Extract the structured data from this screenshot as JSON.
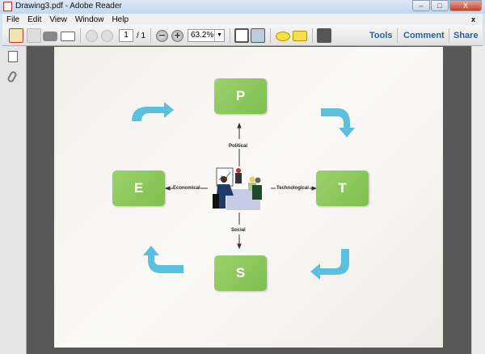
{
  "window": {
    "title": "Drawing3.pdf - Adobe Reader",
    "minimize": "–",
    "maximize": "□",
    "close": "X"
  },
  "menu": [
    "File",
    "Edit",
    "View",
    "Window",
    "Help"
  ],
  "menu_close": "x",
  "toolbar": {
    "page_current": "1",
    "page_total": "/ 1",
    "zoom": "63.2%",
    "zoom_out": "−",
    "zoom_in": "+",
    "tools": "Tools",
    "comment": "Comment",
    "share": "Share"
  },
  "diagram": {
    "boxes": {
      "p": "P",
      "e": "E",
      "t": "T",
      "s": "S"
    },
    "labels": {
      "political": "Political",
      "economical": "Economical",
      "technological": "Technological",
      "social": "Social"
    }
  },
  "colors": {
    "box": "#8cc85d",
    "arrow": "#5bbfe0"
  }
}
